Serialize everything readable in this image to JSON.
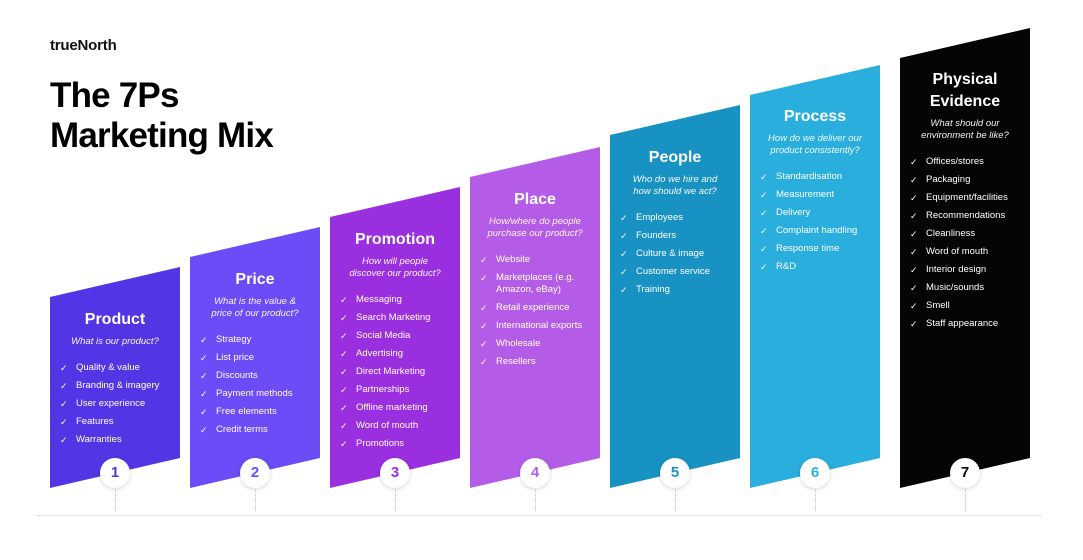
{
  "brand": "trueNorth",
  "title": {
    "line1": "The 7Ps",
    "line2": "Marketing Mix"
  },
  "columns": [
    {
      "number": "1",
      "title_l1": "Product",
      "title_l2": "",
      "question": "What is our product?",
      "color": "#5236e6",
      "num_color": "#5236e6",
      "items": [
        "Quality & value",
        "Branding & imagery",
        "User experience",
        "Features",
        "Warranties"
      ]
    },
    {
      "number": "2",
      "title_l1": "Price",
      "title_l2": "",
      "question": "What is the value & price of our product?",
      "color": "#6b4cf6",
      "num_color": "#6b4cf6",
      "items": [
        "Strategy",
        "List price",
        "Discounts",
        "Payment methods",
        "Free elements",
        "Credit terms"
      ]
    },
    {
      "number": "3",
      "title_l1": "Promotion",
      "title_l2": "",
      "question": "How will people discover our product?",
      "color": "#9a2fdf",
      "num_color": "#9a2fdf",
      "items": [
        "Messaging",
        "Search Marketing",
        "Social Media",
        "Advertising",
        "Direct Marketing",
        "Partnerships",
        "Offline marketing",
        "Word of mouth",
        "Promotions"
      ]
    },
    {
      "number": "4",
      "title_l1": "Place",
      "title_l2": "",
      "question": "How/where do people purchase our product?",
      "color": "#b45ce8",
      "num_color": "#b45ce8",
      "items": [
        "Website",
        "Marketplaces (e.g. Amazon, eBay)",
        "Retail experience",
        "International exports",
        "Wholesale",
        "Resellers"
      ]
    },
    {
      "number": "5",
      "title_l1": "People",
      "title_l2": "",
      "question": "Who do we hire and how should we act?",
      "color": "#1792c3",
      "num_color": "#1792c3",
      "items": [
        "Employees",
        "Founders",
        "Culture & image",
        "Customer service",
        "Training"
      ]
    },
    {
      "number": "6",
      "title_l1": "Process",
      "title_l2": "",
      "question": "How do we deliver our product consistently?",
      "color": "#2aaede",
      "num_color": "#2aaede",
      "items": [
        "Standardisation",
        "Measurement",
        "Delivery",
        "Complaint handling",
        "Response time",
        "R&D"
      ]
    },
    {
      "number": "7",
      "title_l1": "Physical",
      "title_l2": "Evidence",
      "question": "What should our environment be like?",
      "color": "#050505",
      "num_color": "#050505",
      "items": [
        "Offices/stores",
        "Packaging",
        "Equipment/facilities",
        "Recommendations",
        "Cleanliness",
        "Word of mouth",
        "Interior design",
        "Music/sounds",
        "Smell",
        "Staff appearance"
      ]
    }
  ]
}
